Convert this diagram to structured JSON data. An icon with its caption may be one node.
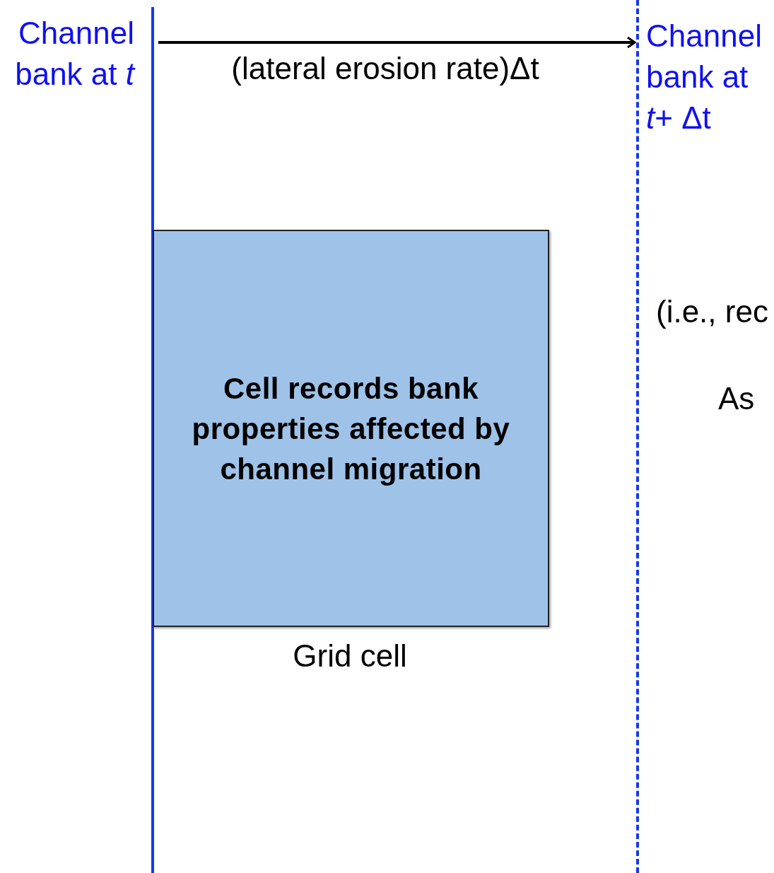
{
  "diagram": {
    "nodes": [
      {
        "text": [
          "Channel bank at *t*"
        ]
      },
      {
        "text": [
          "Channel bank at *t*+ Δt"
        ]
      },
      {
        "text": [
          "Cell records bank properties affected by channel migration"
        ],
        "beside": [
          "Grid cell"
        ]
      }
    ],
    "edges": [
      {
        "from": 0,
        "to": 1,
        "arrow": "to",
        "label": "(lateral erosion rate)Δt"
      }
    ],
    "labels": [
      "(i.e., rec",
      "As"
    ]
  }
}
